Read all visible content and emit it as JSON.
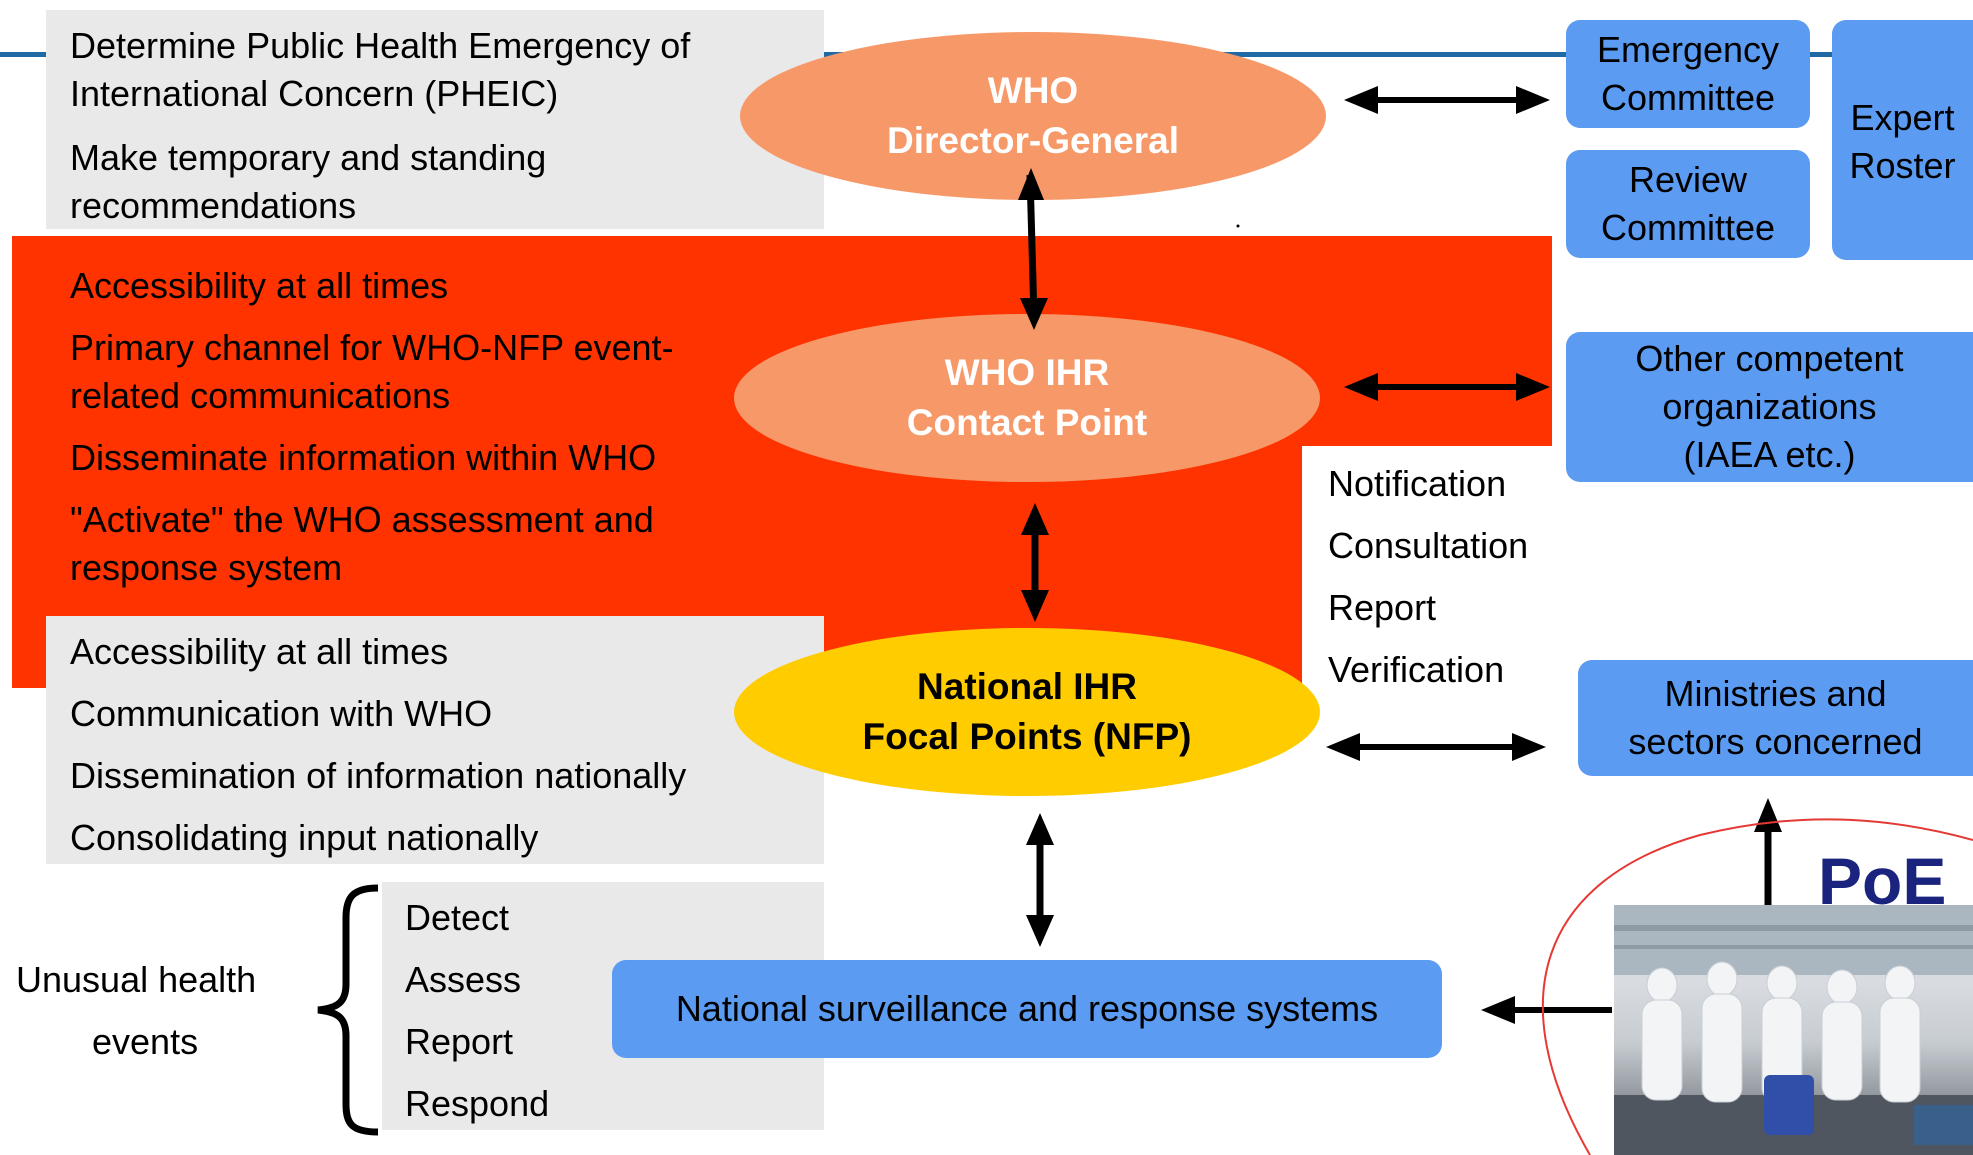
{
  "top_gray": {
    "lines": [
      "Determine Public Health Emergency of",
      "International Concern (PHEIC)",
      "Make temporary and standing",
      "recommendations"
    ]
  },
  "orange_panel": {
    "lines": [
      "Accessibility at all times",
      "Primary channel for WHO-NFP event-",
      "related communications",
      "Disseminate information within WHO",
      "\"Activate\" the WHO assessment and",
      "response system"
    ]
  },
  "nfp_gray": {
    "lines": [
      "Accessibility at all times",
      "Communication with WHO",
      "Dissemination of information nationally",
      "Consolidating input nationally"
    ]
  },
  "events": {
    "label_line1": "Unusual health",
    "label_line2": "events",
    "steps": [
      "Detect",
      "Assess",
      "Report",
      "Respond"
    ]
  },
  "ellipses": {
    "dg_line1": "WHO",
    "dg_line2": "Director-General",
    "cp_line1": "WHO IHR",
    "cp_line2": "Contact Point",
    "nfp_line1": "National IHR",
    "nfp_line2": "Focal Points (NFP)"
  },
  "actions": [
    "Notification",
    "Consultation",
    "Report",
    "Verification"
  ],
  "blue_boxes": {
    "emergency_line1": "Emergency",
    "emergency_line2": "Committee",
    "review_line1": "Review",
    "review_line2": "Committee",
    "expert_line1": "Expert",
    "expert_line2": "Roster",
    "other_line1": "Other competent",
    "other_line2": "organizations",
    "other_line3": "(IAEA etc.)",
    "ministries_line1": "Ministries and",
    "ministries_line2": "sectors concerned",
    "surveillance": "National surveillance and response systems"
  },
  "poe": {
    "title": "PoE"
  },
  "colors": {
    "orange_panel": "#ff3300",
    "ellipse_orange": "#f79868",
    "ellipse_yellow": "#ffcc00",
    "blue_box": "#5b9bf1",
    "gray_box": "#e9e9e9",
    "top_line": "#1f6aa5"
  }
}
